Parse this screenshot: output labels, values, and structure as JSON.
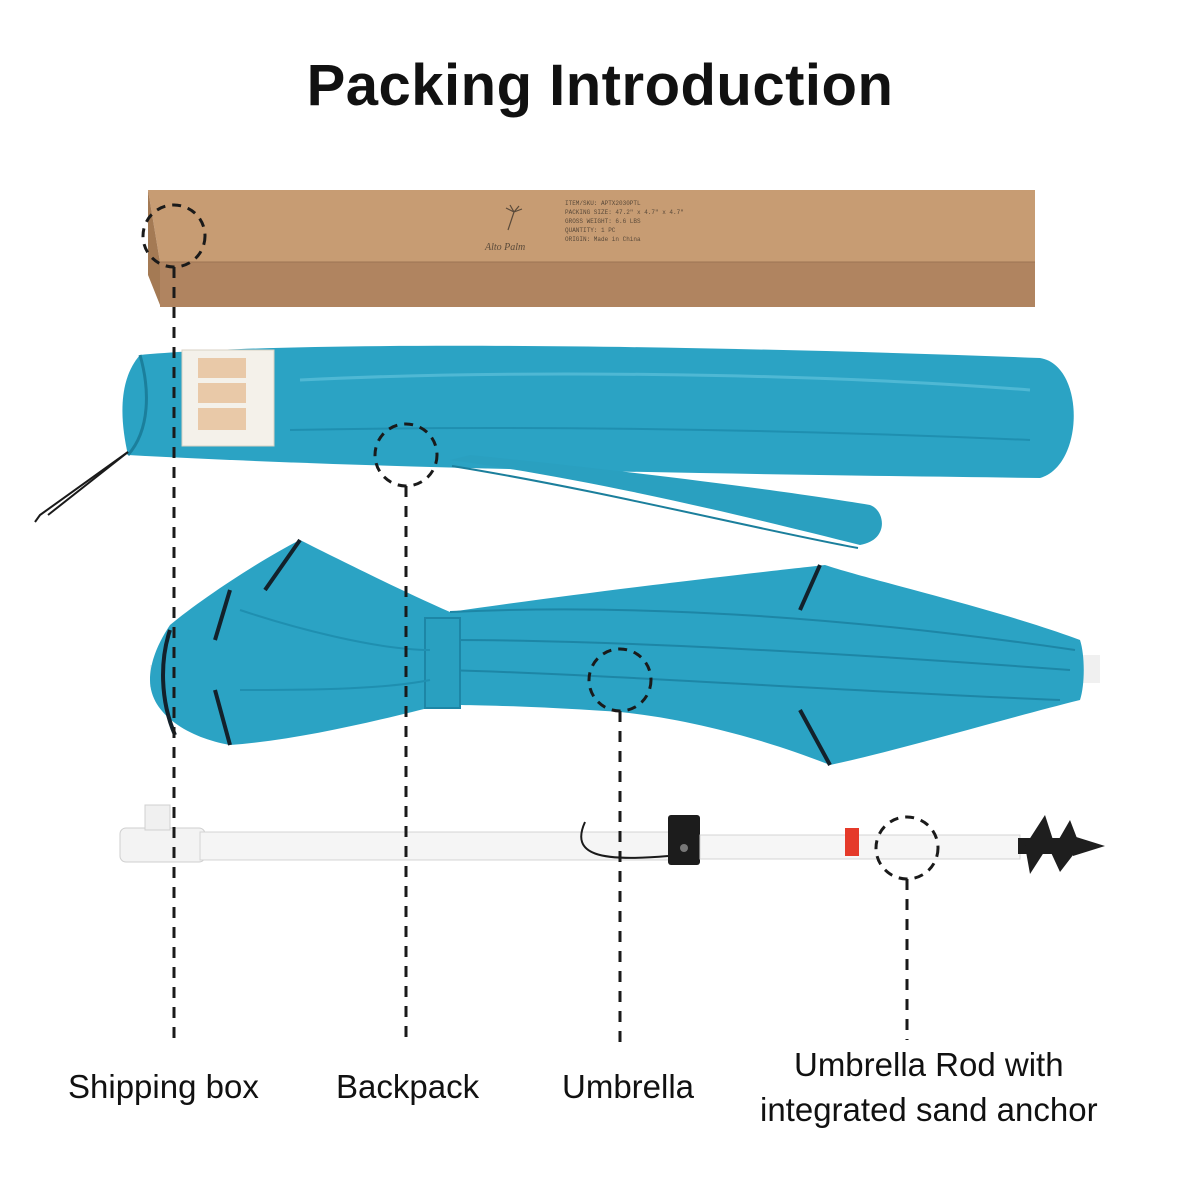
{
  "title": "Packing Introduction",
  "labels": {
    "shipping_box": "Shipping box",
    "backpack": "Backpack",
    "umbrella": "Umbrella",
    "rod_line1": "Umbrella Rod with",
    "rod_line2": "integrated sand anchor"
  },
  "box_print": {
    "brand": "Alto Palm",
    "lines": [
      "ITEM/SKU: APTX2030PTL",
      "PACKING SIZE: 47.2\" x 4.7\" x 4.7\"",
      "GROSS WEIGHT:   6.6  LBS",
      "QUANTITY:   1  PC",
      "ORIGIN: Made in China"
    ]
  },
  "colors": {
    "box": "#b68a62",
    "teal": "#2aa0c0",
    "teal_dark": "#1b7f9c",
    "rod": "#f2f2f2",
    "anchor": "#1e1e1e"
  }
}
